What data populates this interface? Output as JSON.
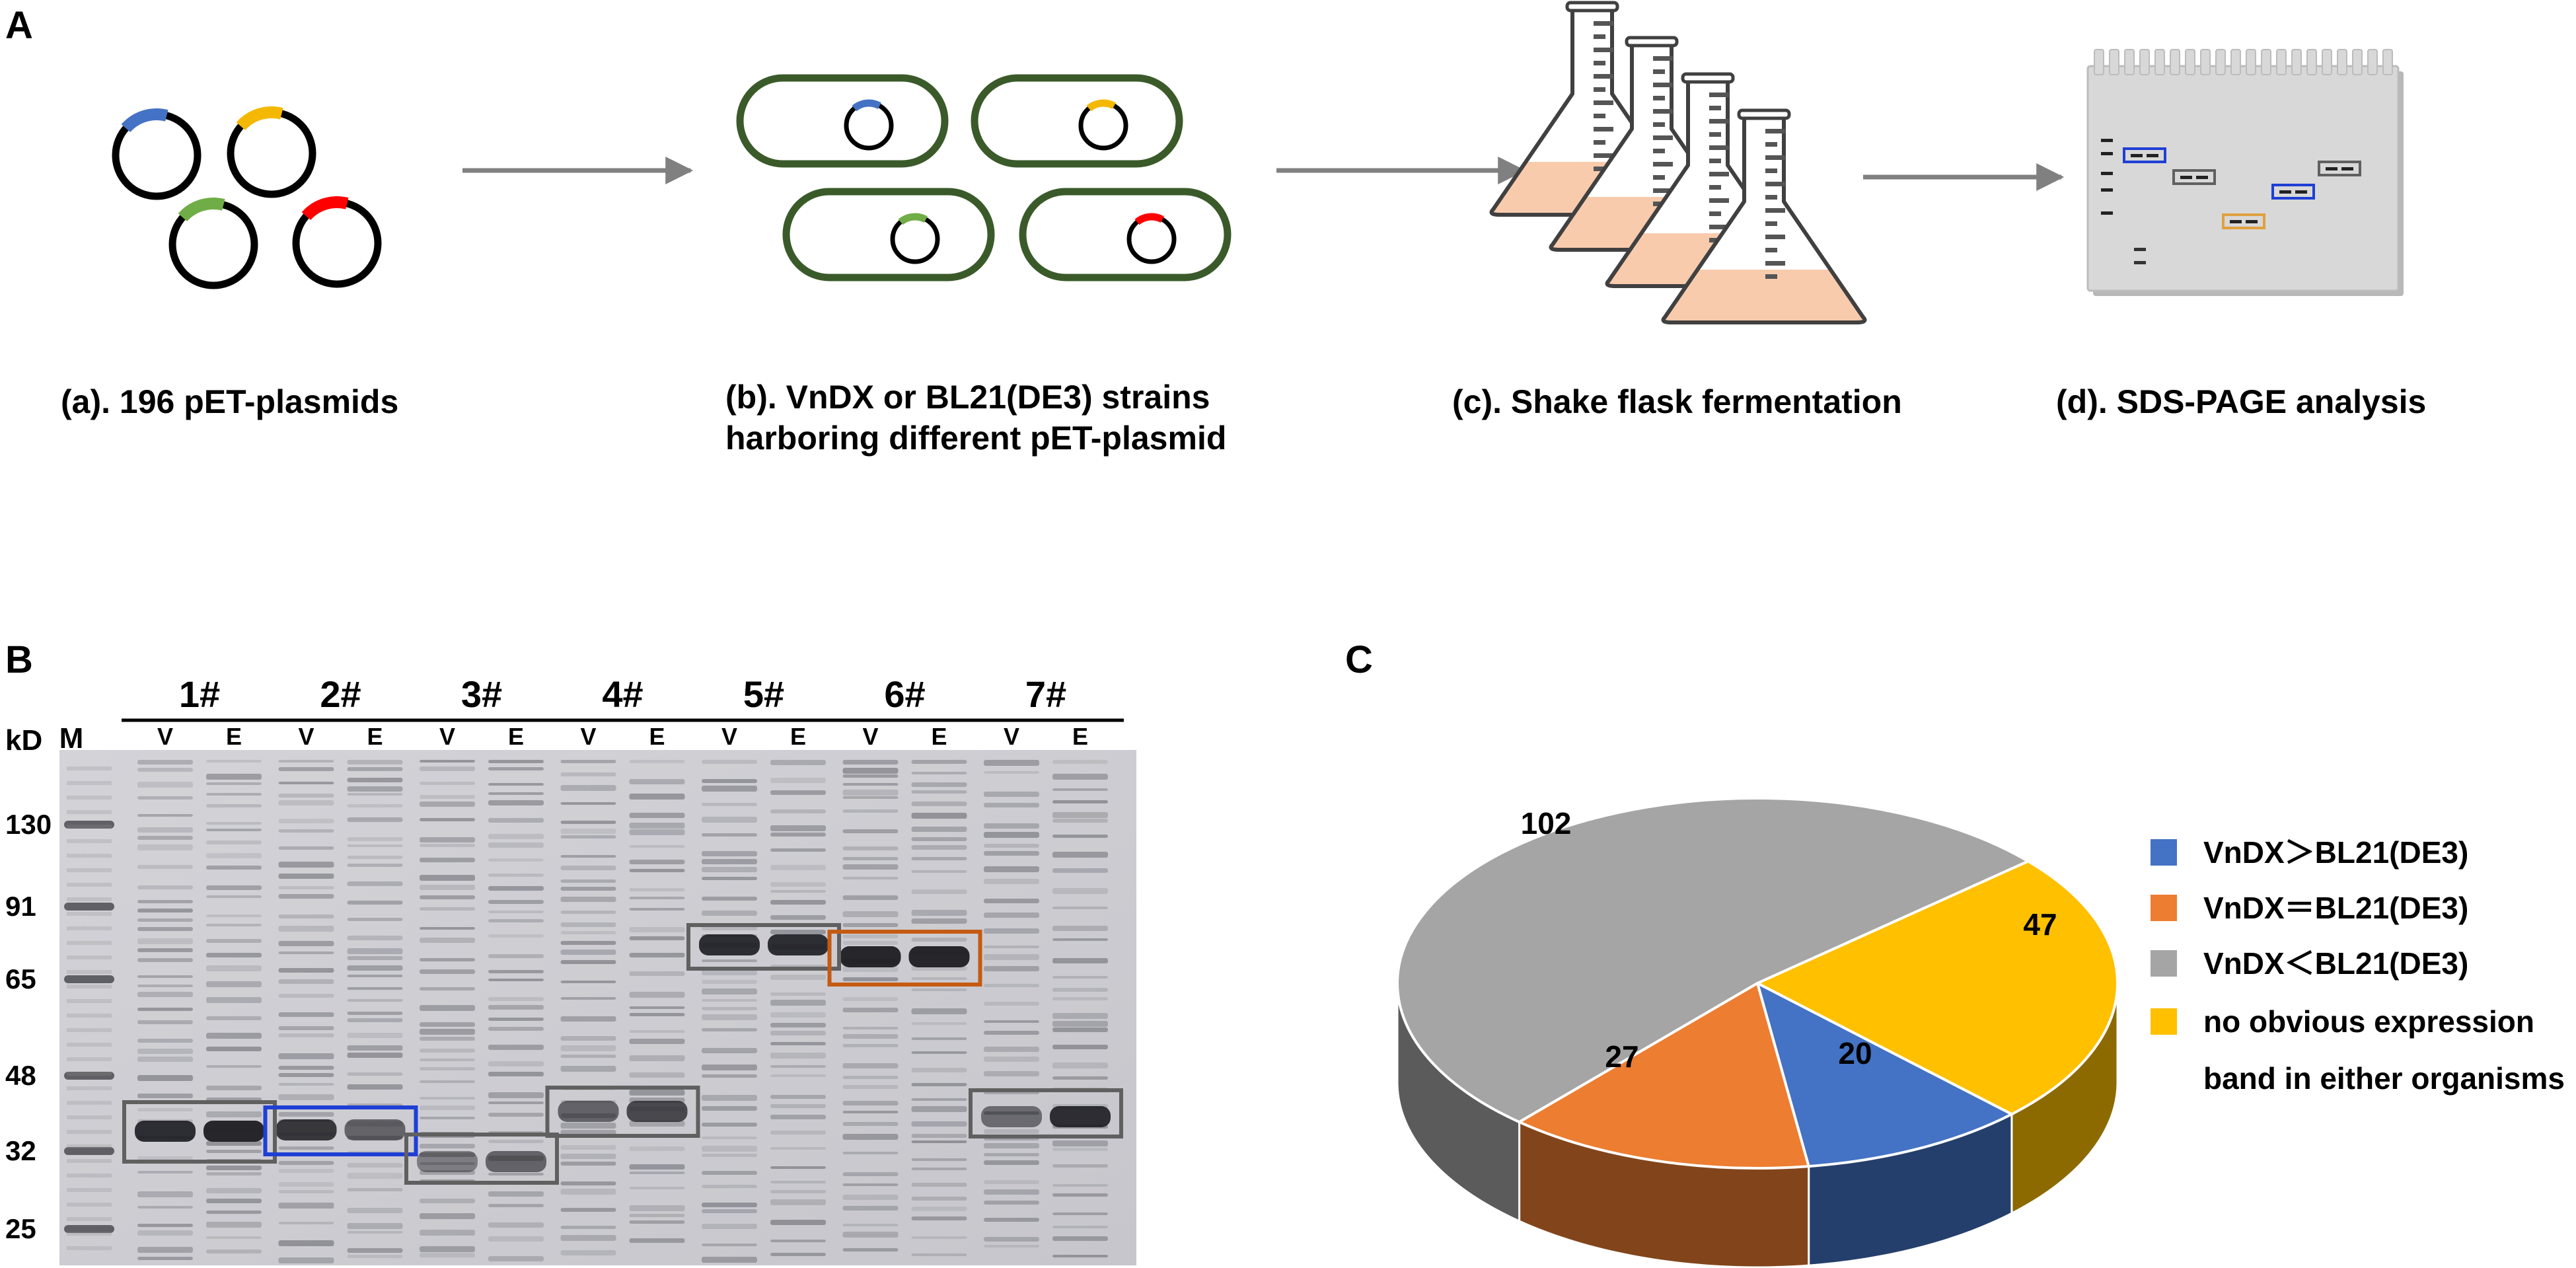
{
  "panels": {
    "a": "A",
    "b": "B",
    "c": "C"
  },
  "workflow": {
    "steps": [
      {
        "id": "a",
        "lines": [
          "(a). 196 pET-plasmids"
        ]
      },
      {
        "id": "b",
        "lines": [
          "(b). VnDX or BL21(DE3) strains",
          "harboring different pET-plasmid"
        ]
      },
      {
        "id": "c",
        "lines": [
          "(c). Shake flask fermentation"
        ]
      },
      {
        "id": "d",
        "lines": [
          "(d). SDS-PAGE analysis"
        ]
      }
    ],
    "plasmid_colors": [
      "#4472c4",
      "#f5b800",
      "#70ad47",
      "#ff0000"
    ],
    "cell_outline_color": "#3a5a2a",
    "broth_color": "#f8cbad",
    "arrow_color": "#808080"
  },
  "gel": {
    "marker_label": "M",
    "unit_label": "kD",
    "marker_kd": [
      "130",
      "91",
      "65",
      "48",
      "32",
      "25"
    ],
    "samples": [
      {
        "name": "1#",
        "lanes": [
          "V",
          "E"
        ],
        "box_color": "#606060"
      },
      {
        "name": "2#",
        "lanes": [
          "V",
          "E"
        ],
        "box_color": "#1f3fd4"
      },
      {
        "name": "3#",
        "lanes": [
          "V",
          "E"
        ],
        "box_color": "#606060"
      },
      {
        "name": "4#",
        "lanes": [
          "V",
          "E"
        ],
        "box_color": "#606060"
      },
      {
        "name": "5#",
        "lanes": [
          "V",
          "E"
        ],
        "box_color": "#606060"
      },
      {
        "name": "6#",
        "lanes": [
          "V",
          "E"
        ],
        "box_color": "#c55a11"
      },
      {
        "name": "7#",
        "lanes": [
          "V",
          "E"
        ],
        "box_color": "#606060"
      }
    ]
  },
  "chart_data": {
    "type": "pie",
    "style": "3d",
    "title": "",
    "slices": [
      {
        "label": "VnDX＞BL21(DE3)",
        "value": 20,
        "color": "#4472c4"
      },
      {
        "label": "VnDX＝BL21(DE3)",
        "value": 27,
        "color": "#ed7d31"
      },
      {
        "label": "VnDX＜BL21(DE3)",
        "value": 102,
        "color": "#a5a5a5"
      },
      {
        "label_lines": [
          "no obvious expression",
          "band in either organisms"
        ],
        "value": 47,
        "color": "#ffc000"
      }
    ],
    "legend_position": "right"
  }
}
